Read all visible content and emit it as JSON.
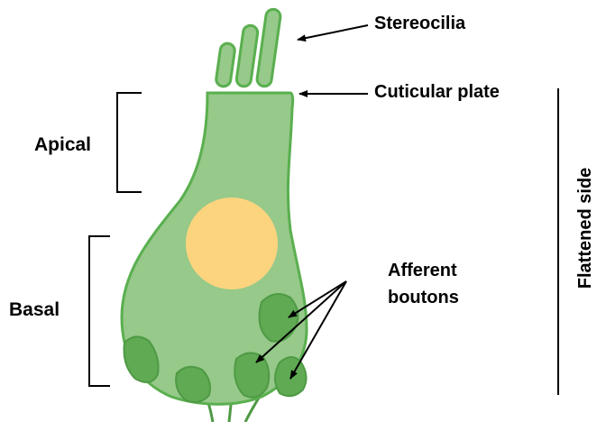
{
  "labels": {
    "stereocilia": "Stereocilia",
    "cuticular_plate": "Cuticular plate",
    "apical": "Apical",
    "basal": "Basal",
    "afferent_line1": "Afferent",
    "afferent_line2": "boutons",
    "flattened_side": "Flattened side"
  },
  "colors": {
    "cell_fill": "#96c98a",
    "cell_stroke": "#5aaf4f",
    "bouton_fill": "#5faa52",
    "bouton_stroke": "#4f9a45",
    "nucleus": "#fdd47e",
    "lines": "#000000"
  }
}
